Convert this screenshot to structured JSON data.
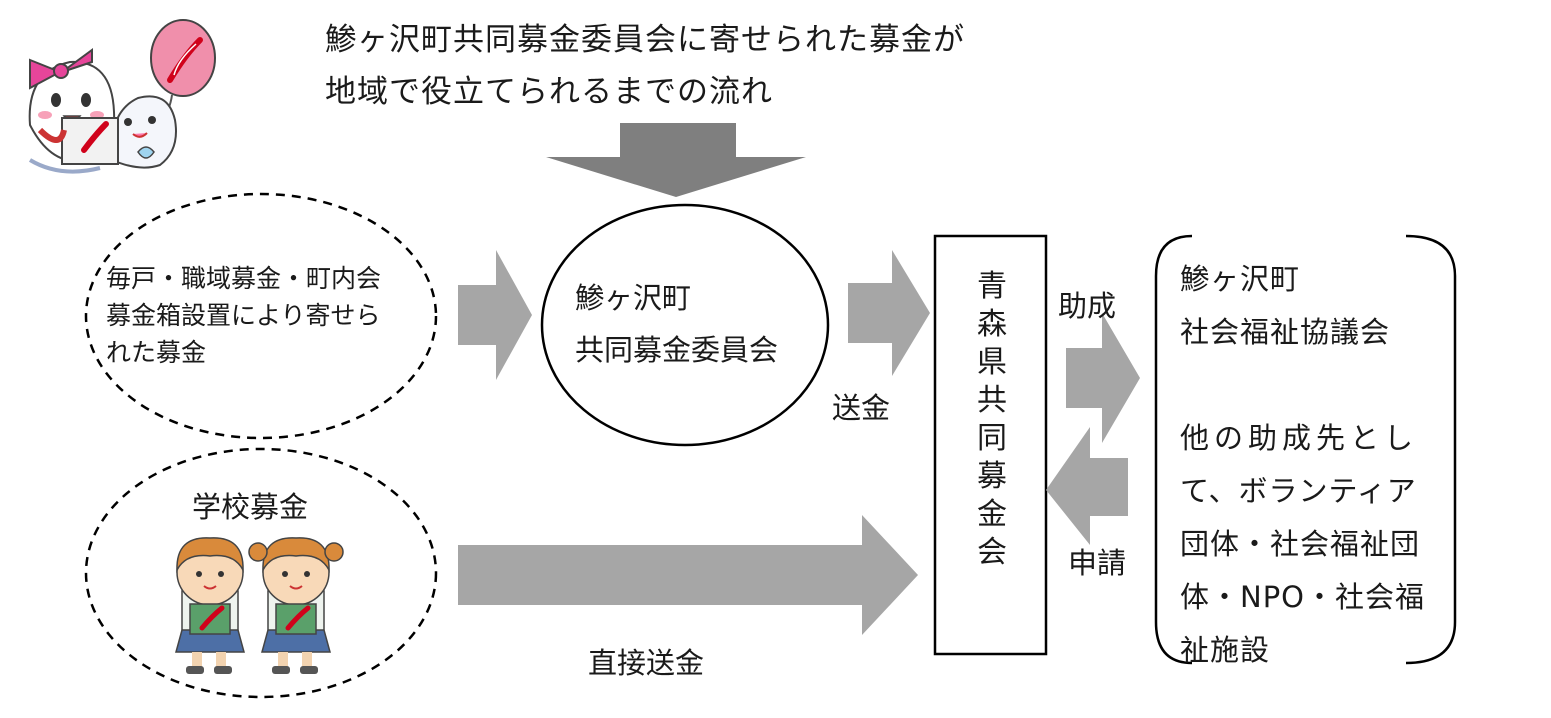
{
  "title": {
    "line1": "鯵ヶ沢町共同募金委員会に寄せられた募金が",
    "line2": "地域で役立てられるまでの流れ"
  },
  "sources": {
    "household": {
      "line1": "毎戸・職域募金・町内会",
      "line2": "募金箱設置により寄せら",
      "line3": "れた募金"
    },
    "school": {
      "label": "学校募金"
    }
  },
  "committee": {
    "line1": "鯵ヶ沢町",
    "line2": "共同募金委員会"
  },
  "prefecture": {
    "chars": [
      "青",
      "森",
      "県",
      "共",
      "同",
      "募",
      "金",
      "会"
    ]
  },
  "welfare": {
    "name_line1": "鯵ヶ沢町",
    "name_line2": "社会福祉協議会",
    "desc_lines": [
      "他の助成先とし",
      "て、ボランティア",
      "団体・社会福祉団",
      "体・NPO・社会福",
      "祉施設"
    ]
  },
  "labels": {
    "send": "送金",
    "direct_send": "直接送金",
    "grant": "助成",
    "apply": "申請"
  },
  "colors": {
    "arrow": "#a6a6a6",
    "top_arrow": "#7f7f7f",
    "outline": "#000000"
  },
  "icons": {
    "mascot": "mascot-with-red-feather-balloon-icon",
    "children": "two-children-with-red-feather-collection-box-icon"
  }
}
